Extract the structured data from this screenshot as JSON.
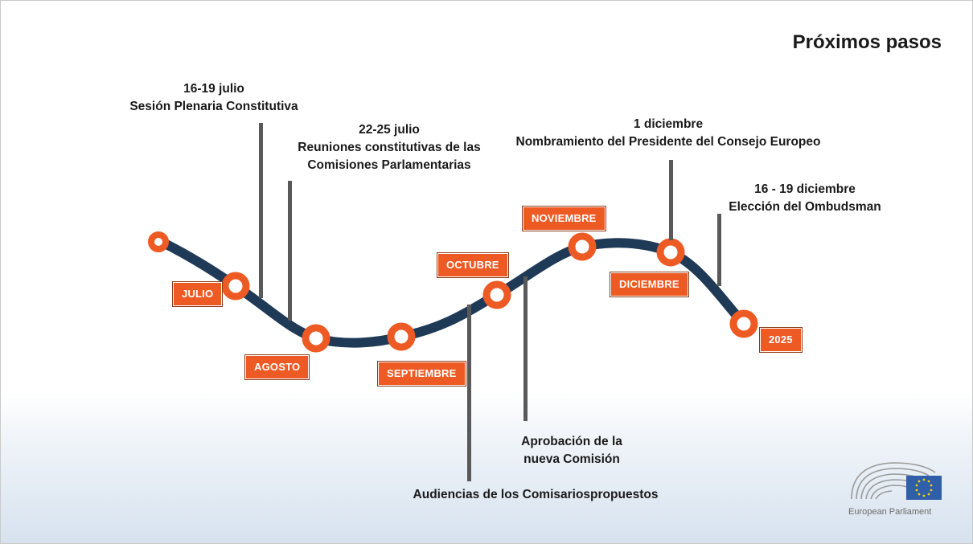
{
  "title": "Próximos pasos",
  "events": {
    "plenary_date": "16-19 julio",
    "plenary_text": "Sesión Plenaria Constitutiva",
    "committees_date": "22-25 julio",
    "committees_line1": "Reuniones constitutivas de las",
    "committees_line2": "Comisiones Parlamentarias",
    "council_date": "1 diciembre",
    "council_text": "Nombramiento del Presidente del Consejo Europeo",
    "ombudsman_date": "16 - 19 diciembre",
    "ombudsman_text": "Elección del Ombudsman",
    "approval_line1": "Aprobación de la",
    "approval_line2": "nueva Comisión",
    "hearings_text": "Audiencias de los Comisariospropuestos"
  },
  "months": {
    "julio": "JULIO",
    "agosto": "AGOSTO",
    "septiembre": "SEPTIEMBRE",
    "octubre": "OCTUBRE",
    "noviembre": "NOVIEMBRE",
    "diciembre": "DICIEMBRE",
    "y2025": "2025"
  },
  "logo": {
    "text": "European Parliament"
  },
  "colors": {
    "curve": "#1f3a56",
    "accent": "#ee5a24",
    "bar": "#595959"
  }
}
